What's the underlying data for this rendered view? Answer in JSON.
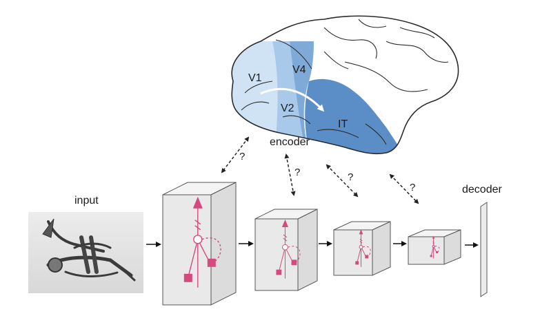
{
  "brain": {
    "regions": [
      {
        "label": "V1",
        "color": "#cfe3f4"
      },
      {
        "label": "V2",
        "color": "#a9c9ea"
      },
      {
        "label": "V4",
        "color": "#7fa9d6"
      },
      {
        "label": "IT",
        "color": "#5b8ec6"
      }
    ],
    "outline_color": "#2a2a2a",
    "stream_arrow_color": "#ffffff"
  },
  "labels": {
    "encoder": "encoder",
    "input": "input",
    "decoder": "decoder"
  },
  "correspondence_marks": [
    "?",
    "?",
    "?",
    "?"
  ],
  "layers": {
    "box_fill": "#e9e9e9",
    "box_stroke": "#555555",
    "circuit_color": "#d6497e",
    "count": 4
  },
  "colors": {
    "arrow": "#111111",
    "dashed_arrow": "#222222"
  }
}
